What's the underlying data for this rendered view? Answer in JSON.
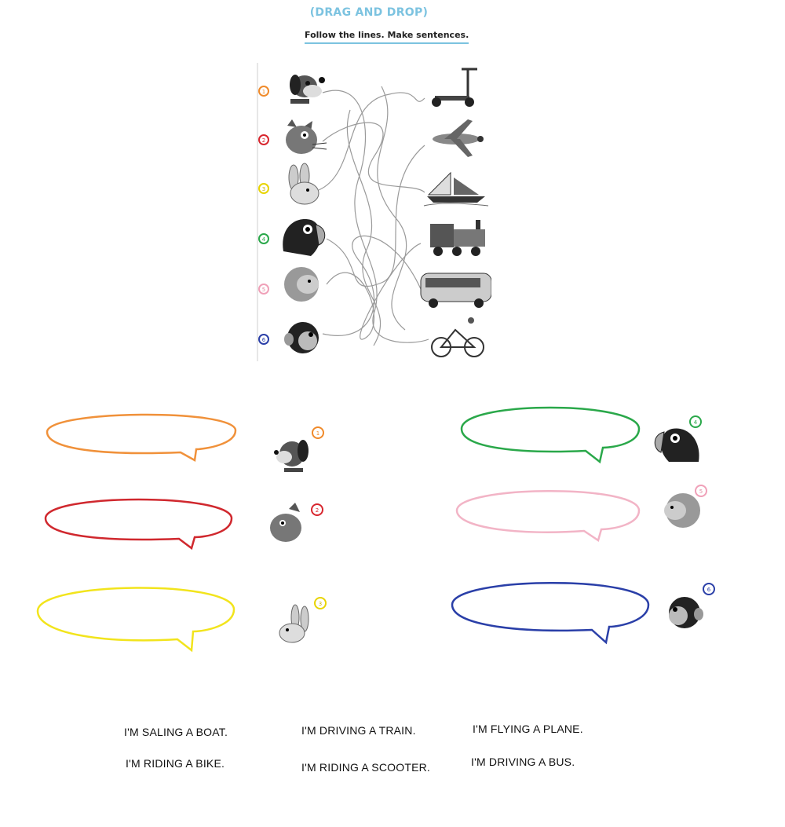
{
  "header": {
    "title": "(DRAG AND DROP)",
    "instruction": "Follow the lines. Make sentences."
  },
  "maze": {
    "animals": [
      {
        "num": "1",
        "name": "dog-icon",
        "color": "#f08a2a"
      },
      {
        "num": "2",
        "name": "cat-icon",
        "color": "#d8262e"
      },
      {
        "num": "3",
        "name": "rabbit-icon",
        "color": "#e8d400"
      },
      {
        "num": "4",
        "name": "parrot-icon",
        "color": "#2aa84a"
      },
      {
        "num": "5",
        "name": "lion-icon",
        "color": "#f0a0b8"
      },
      {
        "num": "6",
        "name": "monkey-icon",
        "color": "#2a3fa8"
      }
    ],
    "vehicles": [
      "scooter-icon",
      "plane-icon",
      "boat-icon",
      "train-icon",
      "bus-icon",
      "bike-icon"
    ]
  },
  "bubbles": [
    {
      "num": "1",
      "color": "#f0913a"
    },
    {
      "num": "2",
      "color": "#d0282e"
    },
    {
      "num": "3",
      "color": "#f2e41c"
    },
    {
      "num": "4",
      "color": "#2aa84a"
    },
    {
      "num": "5",
      "color": "#f2b4c6"
    },
    {
      "num": "6",
      "color": "#2a3fa8"
    }
  ],
  "sentences": {
    "s1": "I'M SALING A BOAT.",
    "s2": "I'M RIDING A BIKE.",
    "s3": "I'M DRIVING A TRAIN.",
    "s4": "I'M RIDING A SCOOTER.",
    "s5": "I'M FLYING A PLANE.",
    "s6": "I'M DRIVING A BUS."
  }
}
